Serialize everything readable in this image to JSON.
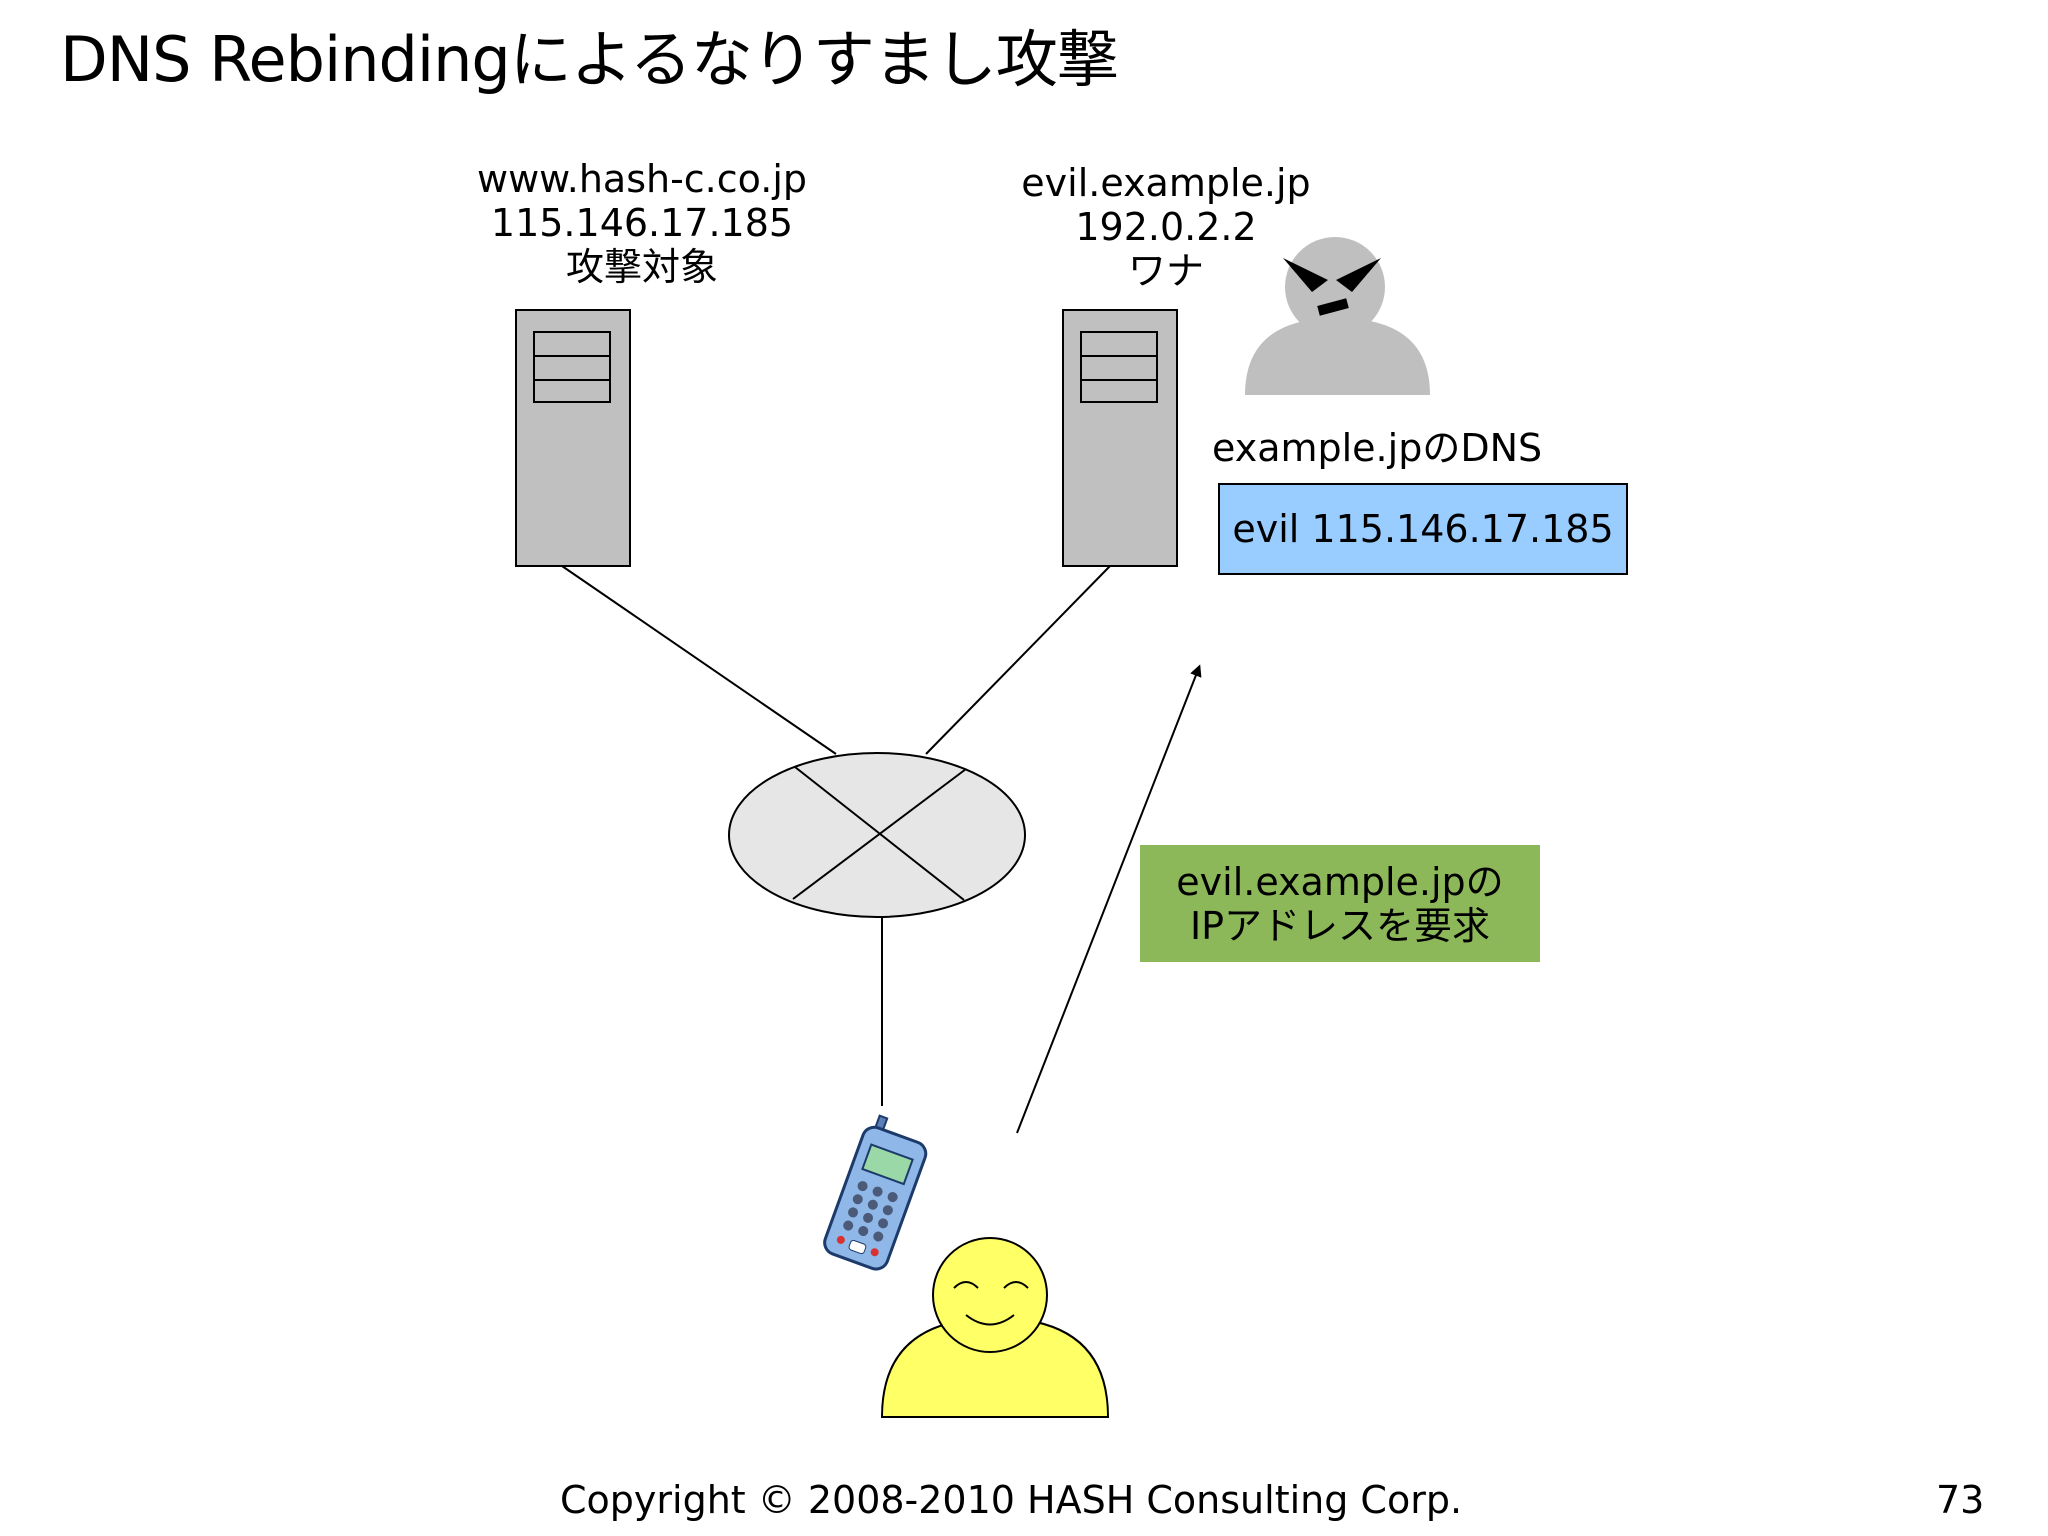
{
  "slide": {
    "title": "DNS Rebindingによるなりすまし攻撃",
    "copyright": "Copyright © 2008-2010 HASH Consulting Corp.",
    "page_number": "73"
  },
  "target_server": {
    "host": "www.hash-c.co.jp",
    "ip": "115.146.17.185",
    "role": "攻撃対象"
  },
  "trap_server": {
    "host": "evil.example.jp",
    "ip": "192.0.2.2",
    "role": "ワナ"
  },
  "dns": {
    "title": "example.jpのDNS",
    "record": "evil 115.146.17.185"
  },
  "request": {
    "line1": "evil.example.jpの",
    "line2": "IPアドレスを要求"
  },
  "colors": {
    "dns_box": "#99ccff",
    "request_box": "#8db85a",
    "server": "#c0c0c0",
    "network": "#e6e6e6",
    "attacker": "#bfbfbf",
    "user": "#ffff66"
  },
  "icons": [
    "server-icon",
    "network-hub-icon",
    "attacker-icon",
    "user-icon",
    "mobile-phone-icon",
    "arrow-icon"
  ]
}
